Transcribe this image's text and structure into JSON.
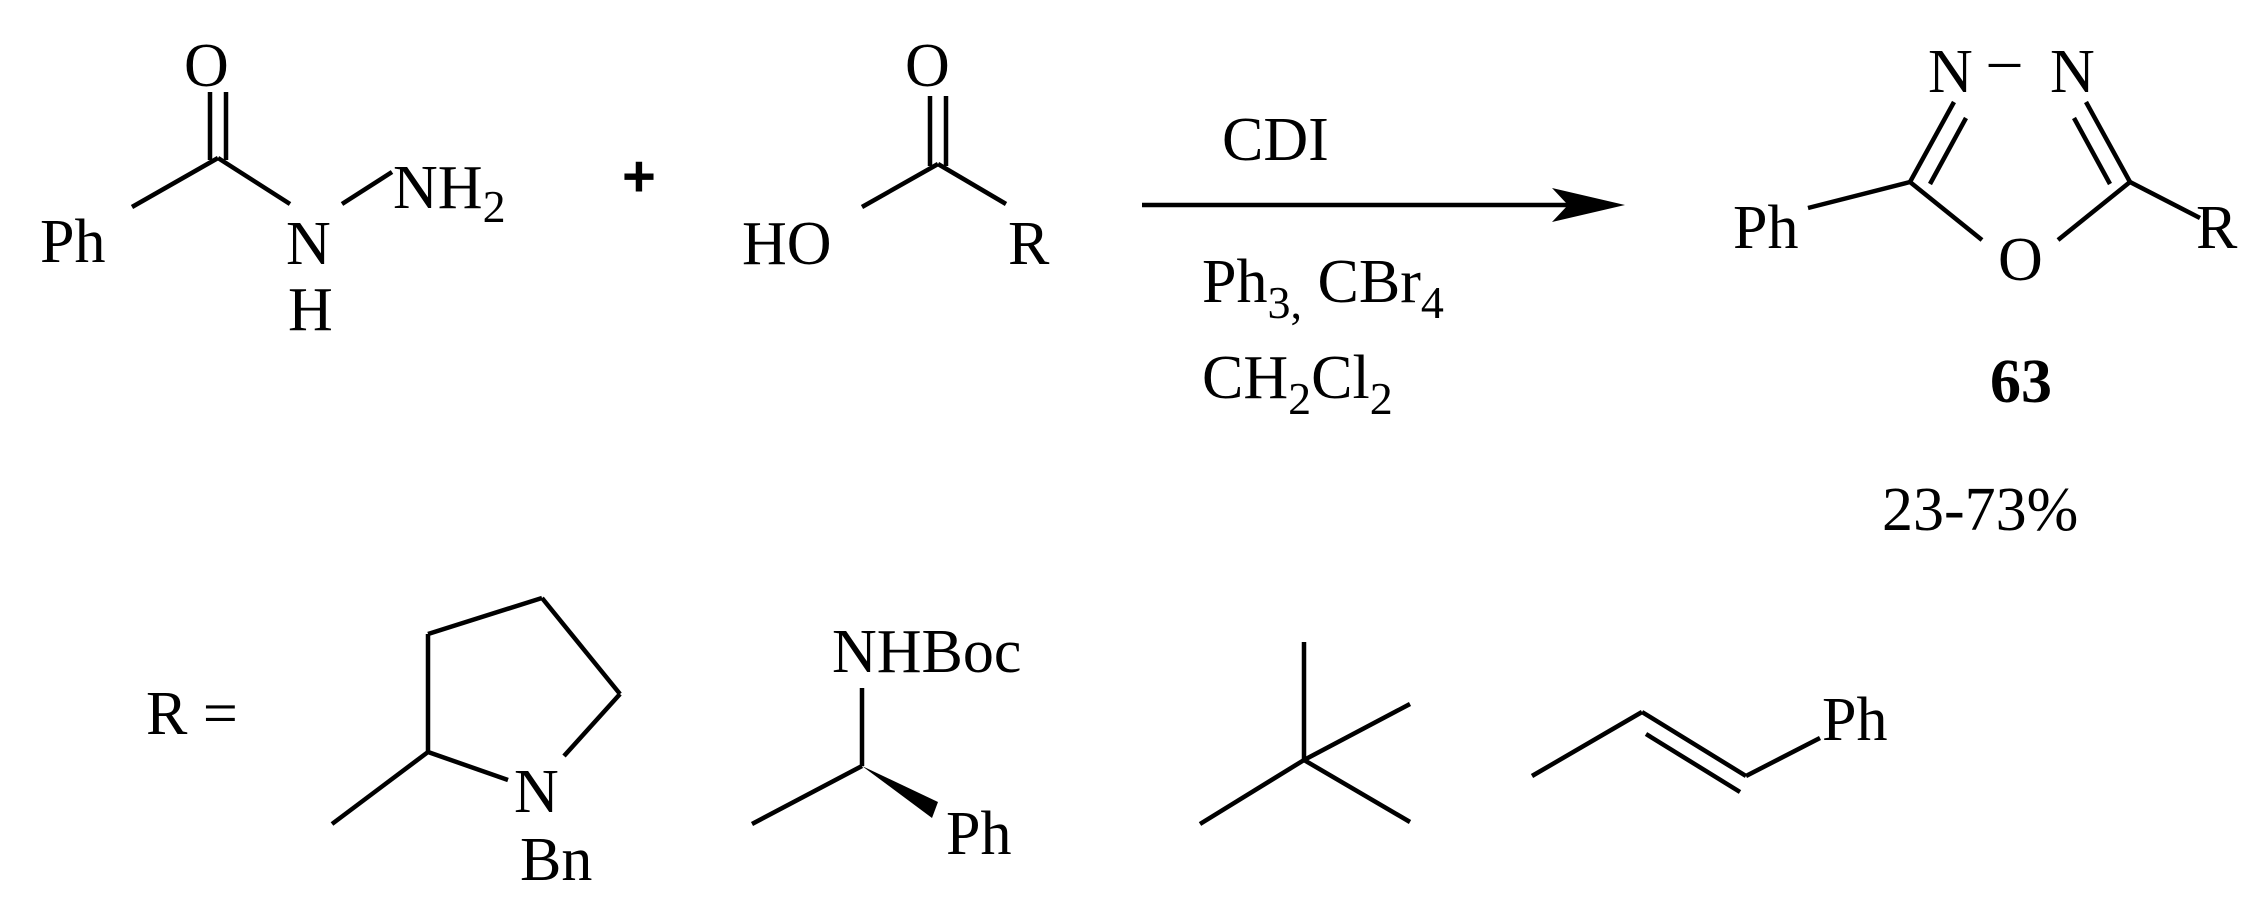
{
  "reactant1": {
    "carbonyl_o": "O",
    "ph": "Ph",
    "nh": "N",
    "nh_h": "H",
    "nh2": "NH",
    "nh2_sub": "2"
  },
  "plus": "+",
  "reactant2": {
    "carbonyl_o": "O",
    "ho": "HO",
    "r": "R"
  },
  "conditions": {
    "above": "CDI",
    "line1_a": "Ph",
    "line1_a_sub": "3,",
    "line1_b": " CBr",
    "line1_b_sub": "4",
    "line2_a": "CH",
    "line2_a_sub": "2",
    "line2_b": "Cl",
    "line2_b_sub": "2"
  },
  "product": {
    "n_left": "N",
    "dash": "–",
    "n_right": "N",
    "ph": "Ph",
    "o": "O",
    "r": "R",
    "compound_number": "63",
    "yield": "23-73%"
  },
  "r_groups": {
    "label": "R =",
    "pyrrolidine_n": "N",
    "pyrrolidine_bn": "Bn",
    "boc": "NHBoc",
    "boc_ph": "Ph",
    "styryl_ph": "Ph"
  }
}
